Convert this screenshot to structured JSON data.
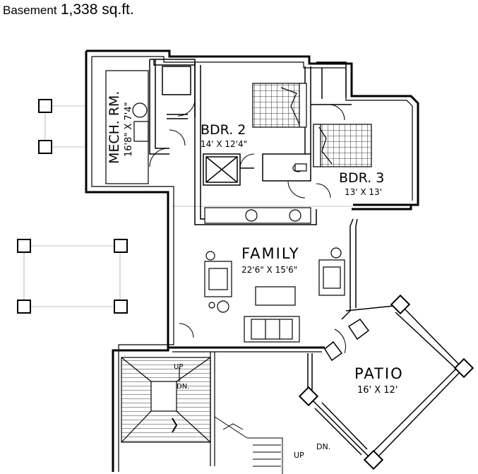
{
  "header": {
    "label": "Basement",
    "value": "1,338 sq.ft."
  },
  "rooms": {
    "mech": {
      "name": "MECH. RM.",
      "dims": "16'8\" X 7'4\""
    },
    "bdr2": {
      "name": "BDR. 2",
      "dims": "14' X 12'4\""
    },
    "bdr3": {
      "name": "BDR. 3",
      "dims": "13' X 13'"
    },
    "family": {
      "name": "FAMILY",
      "dims": "22'6\" X 15'6\""
    },
    "patio": {
      "name": "PATIO",
      "dims": "16' X 12'"
    }
  },
  "stairs": {
    "up1": "UP",
    "dn": "DN.",
    "dn2": "DN.",
    "up2": "UP"
  }
}
